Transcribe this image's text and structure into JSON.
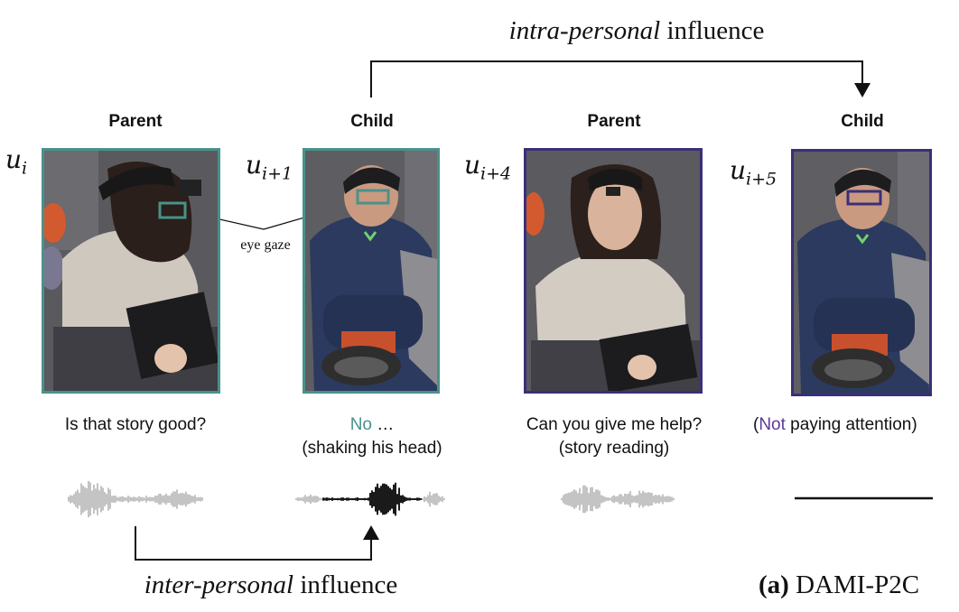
{
  "top_arrow": {
    "label_italic": "intra-personal",
    "label_rest": " influence"
  },
  "bottom_arrow": {
    "label_italic": "inter-personal",
    "label_rest": " influence"
  },
  "panels": [
    {
      "role": "Parent",
      "u_sub": "i",
      "caption_lines": [
        "Is that story good?"
      ]
    },
    {
      "role": "Child",
      "u_sub": "i+1",
      "caption_accent": "No",
      "caption_line1_rest": " …",
      "caption_line2": "(shaking his head)"
    },
    {
      "role": "Parent",
      "u_sub": "i+4",
      "caption_lines": [
        "Can you give me help?",
        "(story reading)"
      ]
    },
    {
      "role": "Child",
      "u_sub": "i+5",
      "caption_open": "(",
      "caption_accent": "Not",
      "caption_rest": " paying attention)"
    }
  ],
  "u_symbol": "u",
  "eye_gaze_label": "eye gaze",
  "figure_label": {
    "bold": "(a)",
    "rest": " DAMI-P2C"
  },
  "colors": {
    "teal": "#4a918b",
    "purple": "#3b2f78",
    "accent_purple": "#5b3a99",
    "wave_gray": "#b5b5b5",
    "wave_black": "#000000"
  }
}
